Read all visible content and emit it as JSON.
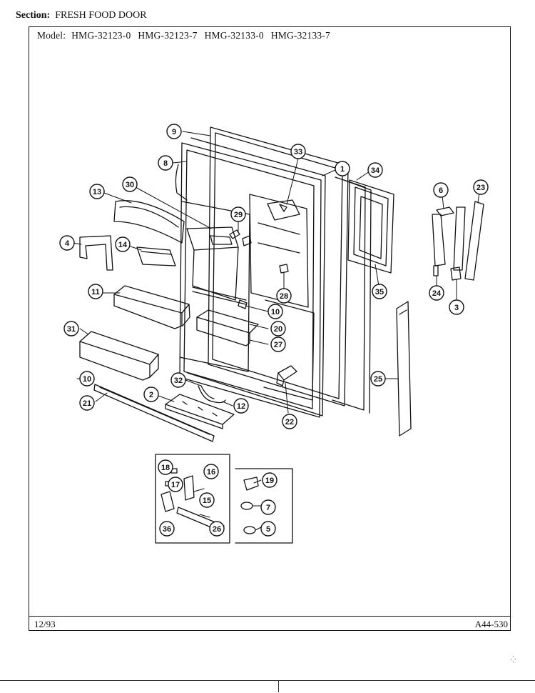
{
  "header": {
    "section_label": "Section:",
    "section_value": "FRESH FOOD DOOR",
    "model_label": "Model:",
    "models": [
      "HMG-32123-0",
      "HMG-32123-7",
      "HMG-32133-0",
      "HMG-32133-7"
    ]
  },
  "footer": {
    "date": "12/93",
    "code": "A44-530"
  },
  "callouts": [
    "9",
    "8",
    "33",
    "1",
    "34",
    "13",
    "30",
    "29",
    "6",
    "23",
    "4",
    "14",
    "11",
    "10",
    "28",
    "20",
    "27",
    "35",
    "24",
    "3",
    "31",
    "10",
    "32",
    "2",
    "12",
    "22",
    "21",
    "25",
    "18",
    "17",
    "16",
    "15",
    "36",
    "26",
    "19",
    "7",
    "5"
  ]
}
